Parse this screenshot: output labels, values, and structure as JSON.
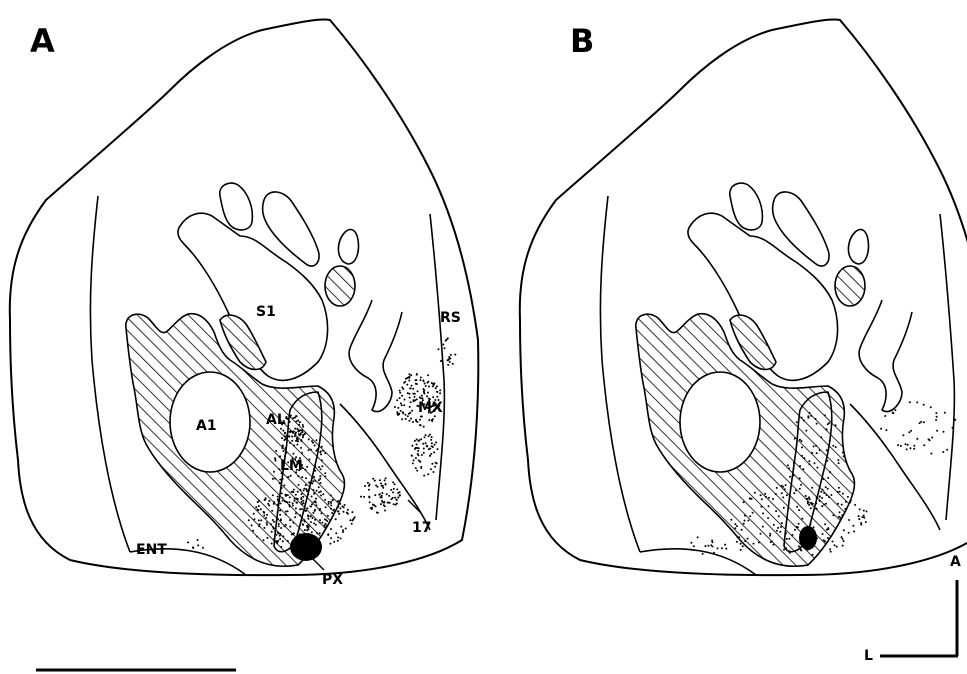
{
  "panels": [
    {
      "letter": "A",
      "labels": {
        "s1": "S1",
        "rs": "RS",
        "a1": "A1",
        "al": "AL",
        "lm": "LM",
        "mx": "MX",
        "v17": "17",
        "ent": "ENT",
        "px": "PX"
      }
    },
    {
      "letter": "B"
    }
  ],
  "orientation": {
    "anterior": "A",
    "lateral": "L"
  },
  "colors": {
    "ink": "#000000",
    "paper": "#ffffff"
  }
}
